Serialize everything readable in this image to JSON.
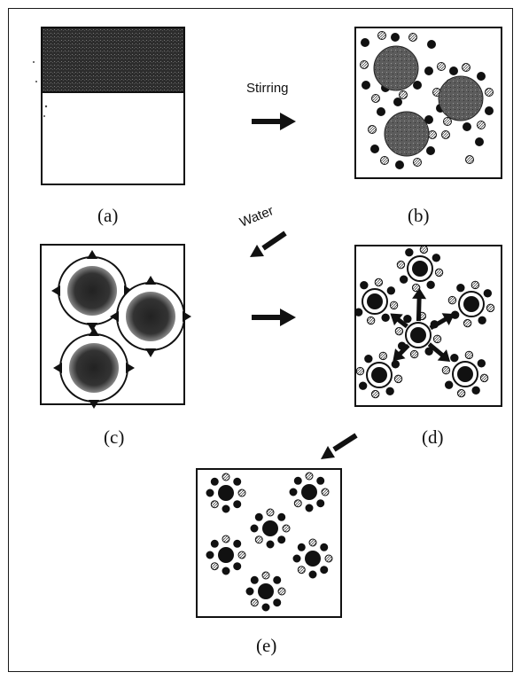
{
  "panels": {
    "a": {
      "label": "(a)"
    },
    "b": {
      "label": "(b)"
    },
    "c": {
      "label": "(c)"
    },
    "d": {
      "label": "(d)"
    },
    "e": {
      "label": "(e)"
    }
  },
  "steps": {
    "stirring": "Stirring",
    "water": "Water"
  },
  "colors": {
    "ink": "#111111",
    "oil_phase": "#3a3a3a",
    "droplet": "#555555",
    "hatched_particle": "#bbbbbb"
  }
}
